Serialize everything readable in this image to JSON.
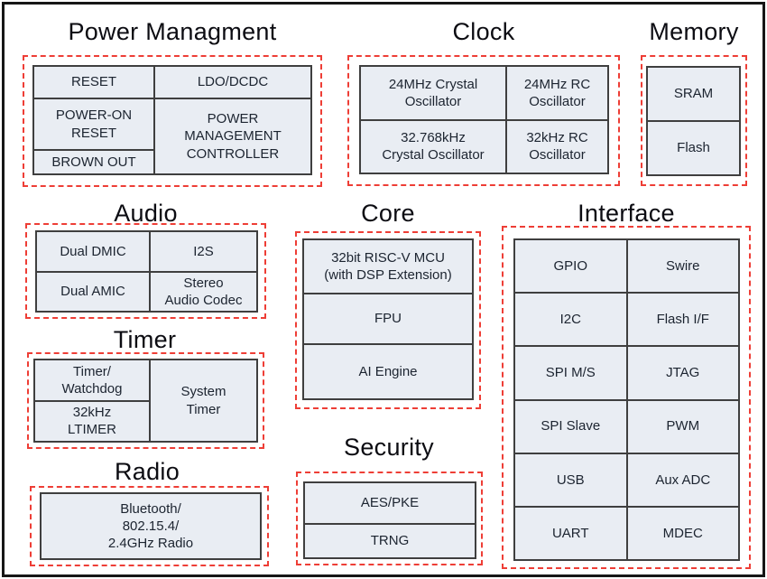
{
  "diagram": {
    "colors": {
      "cell_fill": "#e9edf3",
      "cell_border": "#3f3f3f",
      "dashed_border": "#ee3e36",
      "title_text": "#0c0c12",
      "cell_text": "#1c2430",
      "frame": "#161616",
      "bg": "#ffffff"
    },
    "sections": {
      "power": {
        "title": "Power Managment",
        "cells": {
          "reset": "RESET",
          "ldo": "LDO/DCDC",
          "por": "POWER-ON\nRESET",
          "pmc": "POWER\nMANAGEMENT\nCONTROLLER",
          "brownout": "BROWN OUT"
        }
      },
      "clock": {
        "title": "Clock",
        "cells": {
          "xtal24": "24MHz Crystal\nOscillator",
          "rc24": "24MHz RC\nOscillator",
          "xtal32k": "32.768kHz\nCrystal Oscillator",
          "rc32k": "32kHz RC\nOscillator"
        }
      },
      "memory": {
        "title": "Memory",
        "cells": {
          "sram": "SRAM",
          "flash": "Flash"
        }
      },
      "audio": {
        "title": "Audio",
        "cells": {
          "dmic": "Dual DMIC",
          "i2s": "I2S",
          "amic": "Dual AMIC",
          "codec": "Stereo\nAudio Codec"
        }
      },
      "timer": {
        "title": "Timer",
        "cells": {
          "watchdog": "Timer/\nWatchdog",
          "ltimer": "32kHz\nLTIMER",
          "system": "System\nTimer"
        }
      },
      "radio": {
        "title": "Radio",
        "cells": {
          "bt": "Bluetooth/\n802.15.4/\n2.4GHz Radio"
        }
      },
      "core": {
        "title": "Core",
        "cells": {
          "mcu": "32bit RISC-V MCU\n(with DSP Extension)",
          "fpu": "FPU",
          "ai": "AI Engine"
        }
      },
      "security": {
        "title": "Security",
        "cells": {
          "aes": "AES/PKE",
          "trng": "TRNG"
        }
      },
      "interface": {
        "title": "Interface",
        "cells": {
          "gpio": "GPIO",
          "swire": "Swire",
          "i2c": "I2C",
          "flashif": "Flash I/F",
          "spims": "SPI M/S",
          "jtag": "JTAG",
          "spislave": "SPI Slave",
          "pwm": "PWM",
          "usb": "USB",
          "auxadc": "Aux ADC",
          "uart": "UART",
          "mdec": "MDEC"
        }
      }
    }
  }
}
